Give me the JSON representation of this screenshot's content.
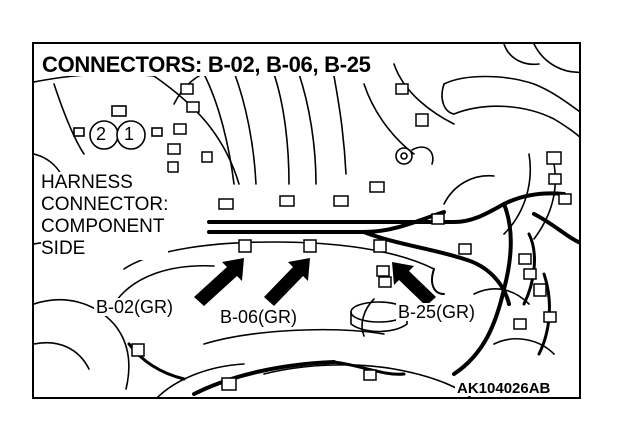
{
  "title": "CONNECTORS: B-02, B-06, B-25",
  "harness_lines": [
    "HARNESS",
    "CONNECTOR:",
    "COMPONENT",
    "SIDE"
  ],
  "pin_labels": [
    "2",
    "1"
  ],
  "connectors": [
    {
      "label": "B-02(GR)"
    },
    {
      "label": "B-06(GR)"
    },
    {
      "label": "B-25(GR)"
    }
  ],
  "figure_code": "AK104026AB"
}
